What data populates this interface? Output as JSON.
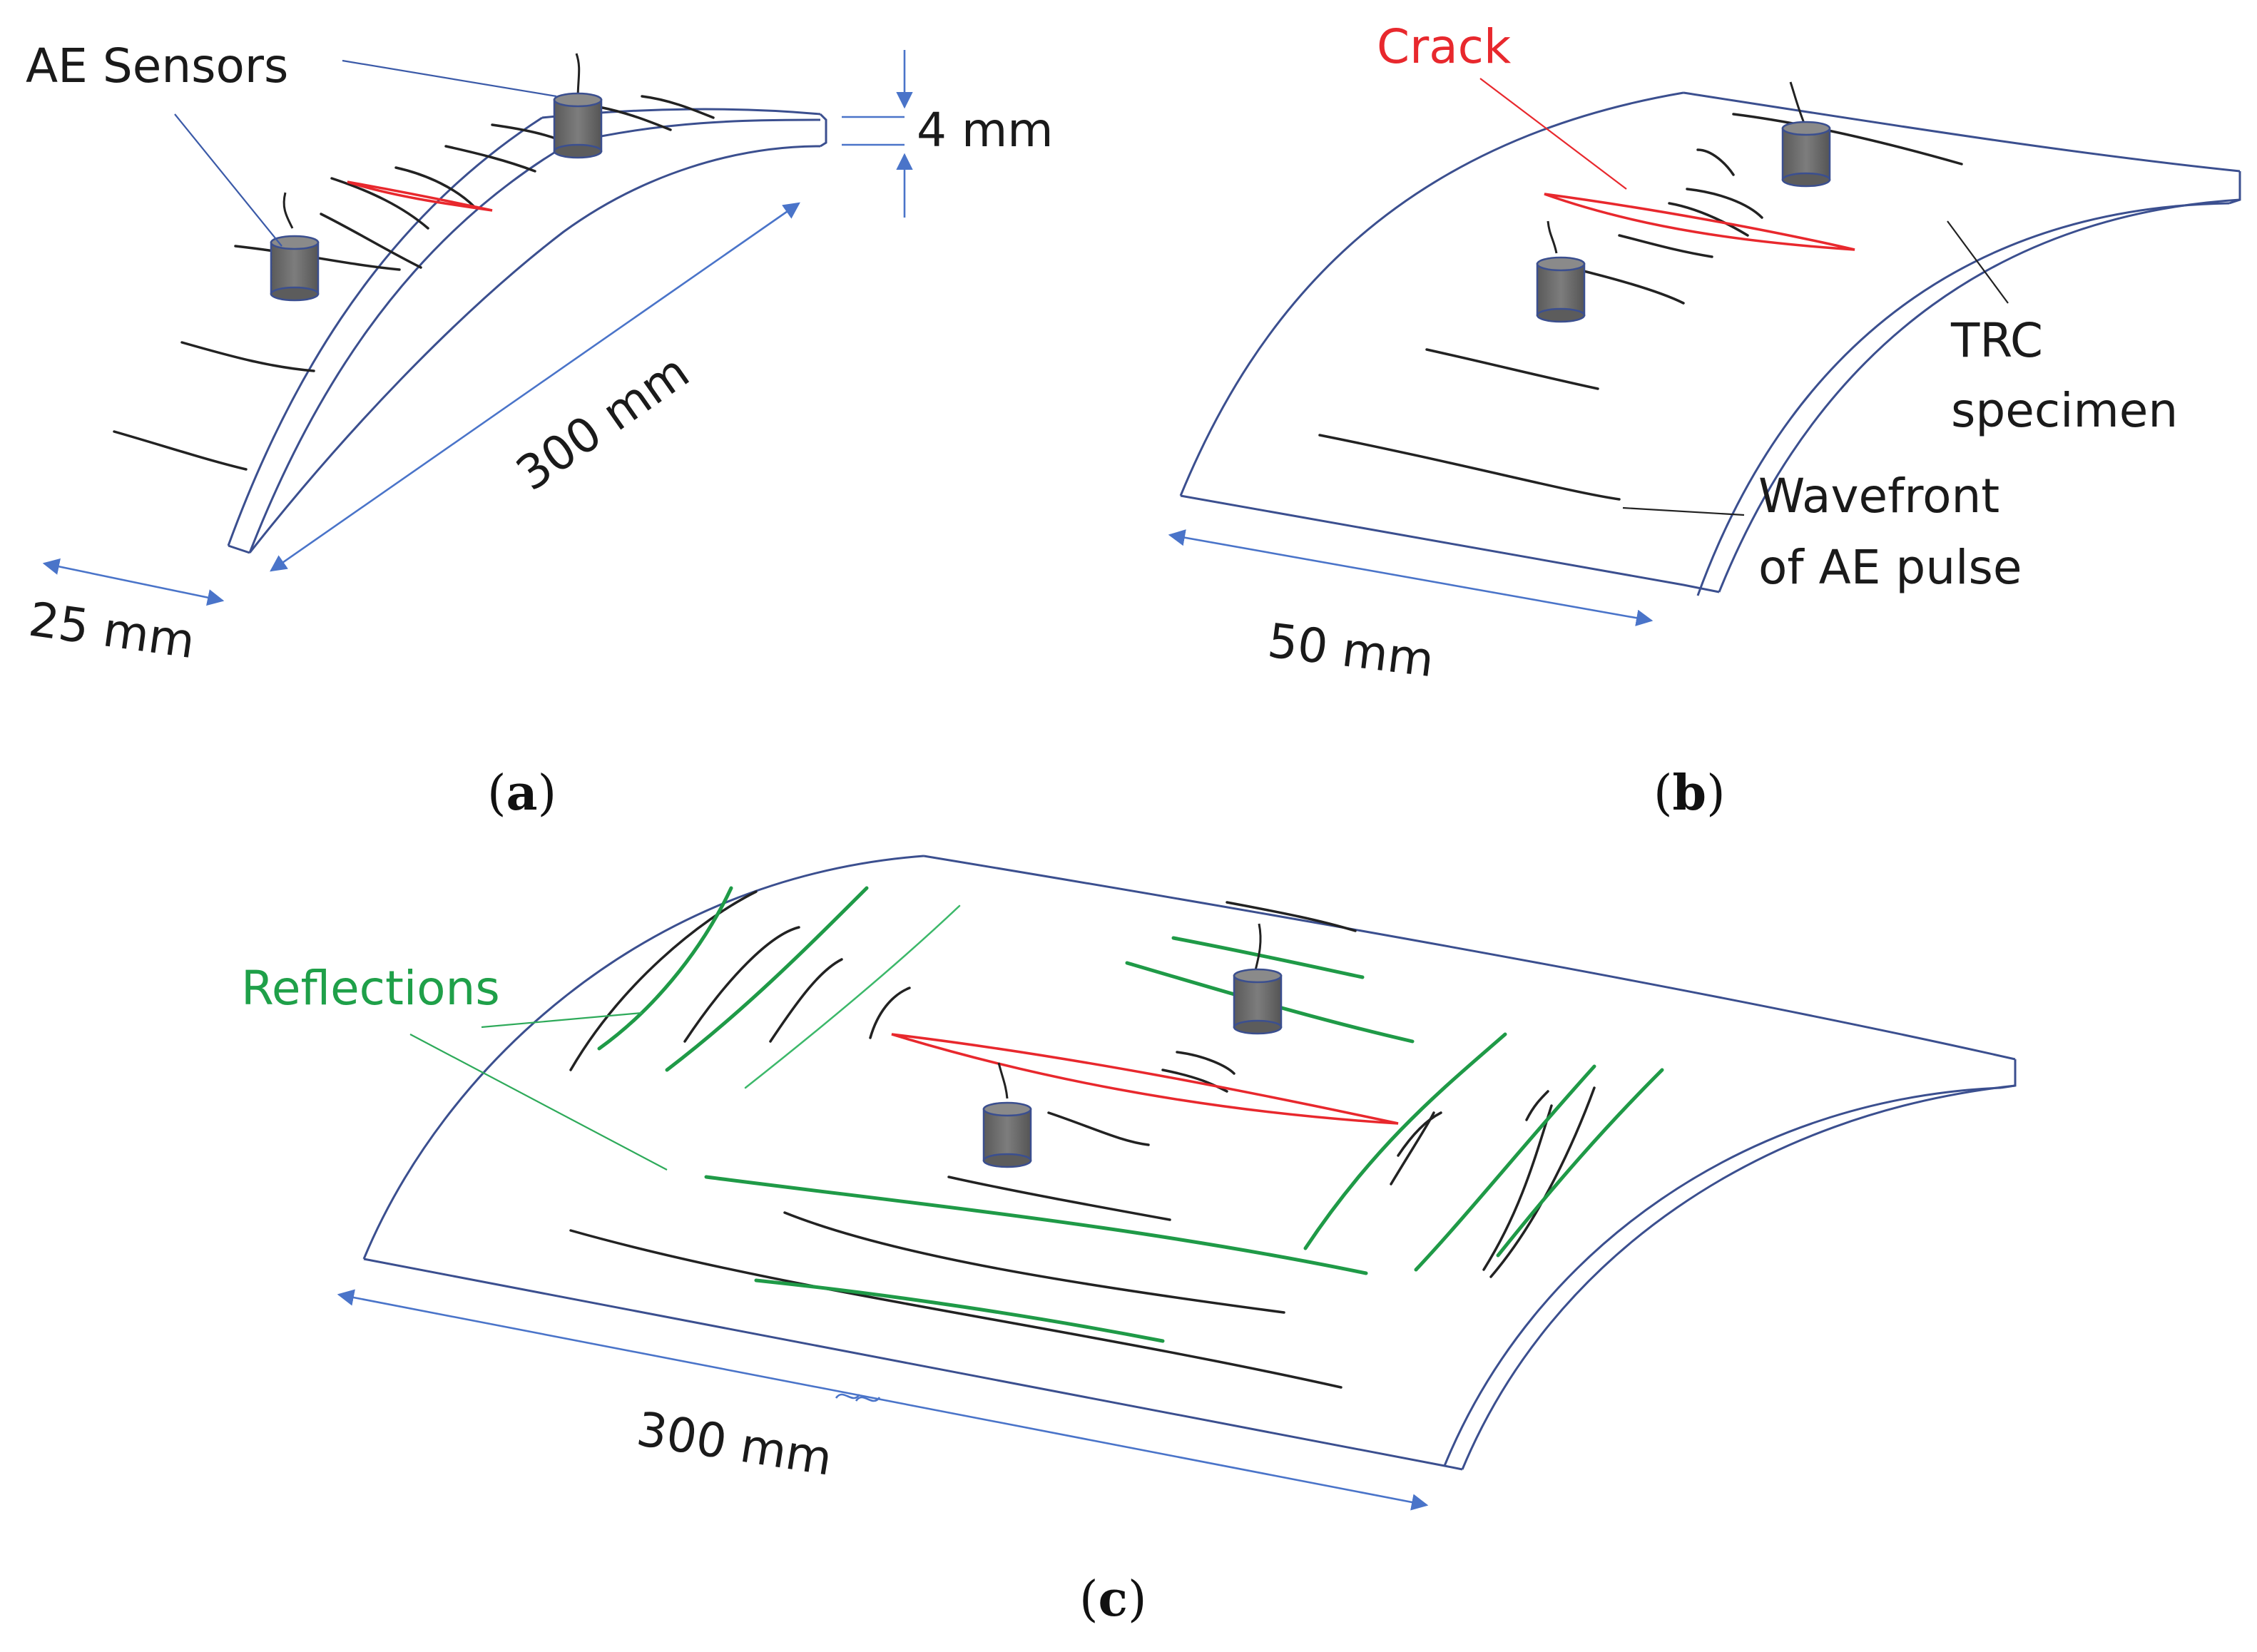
{
  "panels": {
    "a": {
      "caption": "a",
      "labels": {
        "ae_sensors": "AE Sensors",
        "thickness": "4 mm",
        "length": "300 mm",
        "width": "25 mm"
      }
    },
    "b": {
      "caption": "b",
      "labels": {
        "crack": "Crack",
        "trc_line1": "TRC",
        "trc_line2": "specimen",
        "wavefront_line1": "Wavefront",
        "wavefront_line2": "of AE pulse",
        "width": "50 mm"
      }
    },
    "c": {
      "caption": "c",
      "labels": {
        "reflections": "Reflections",
        "width": "300 mm"
      }
    }
  },
  "colors": {
    "outline": "#3b4f8f",
    "crack": "#e8282d",
    "reflection": "#1f9a47",
    "sensor": "#6e6e6e",
    "dimension": "#4a74c9"
  }
}
